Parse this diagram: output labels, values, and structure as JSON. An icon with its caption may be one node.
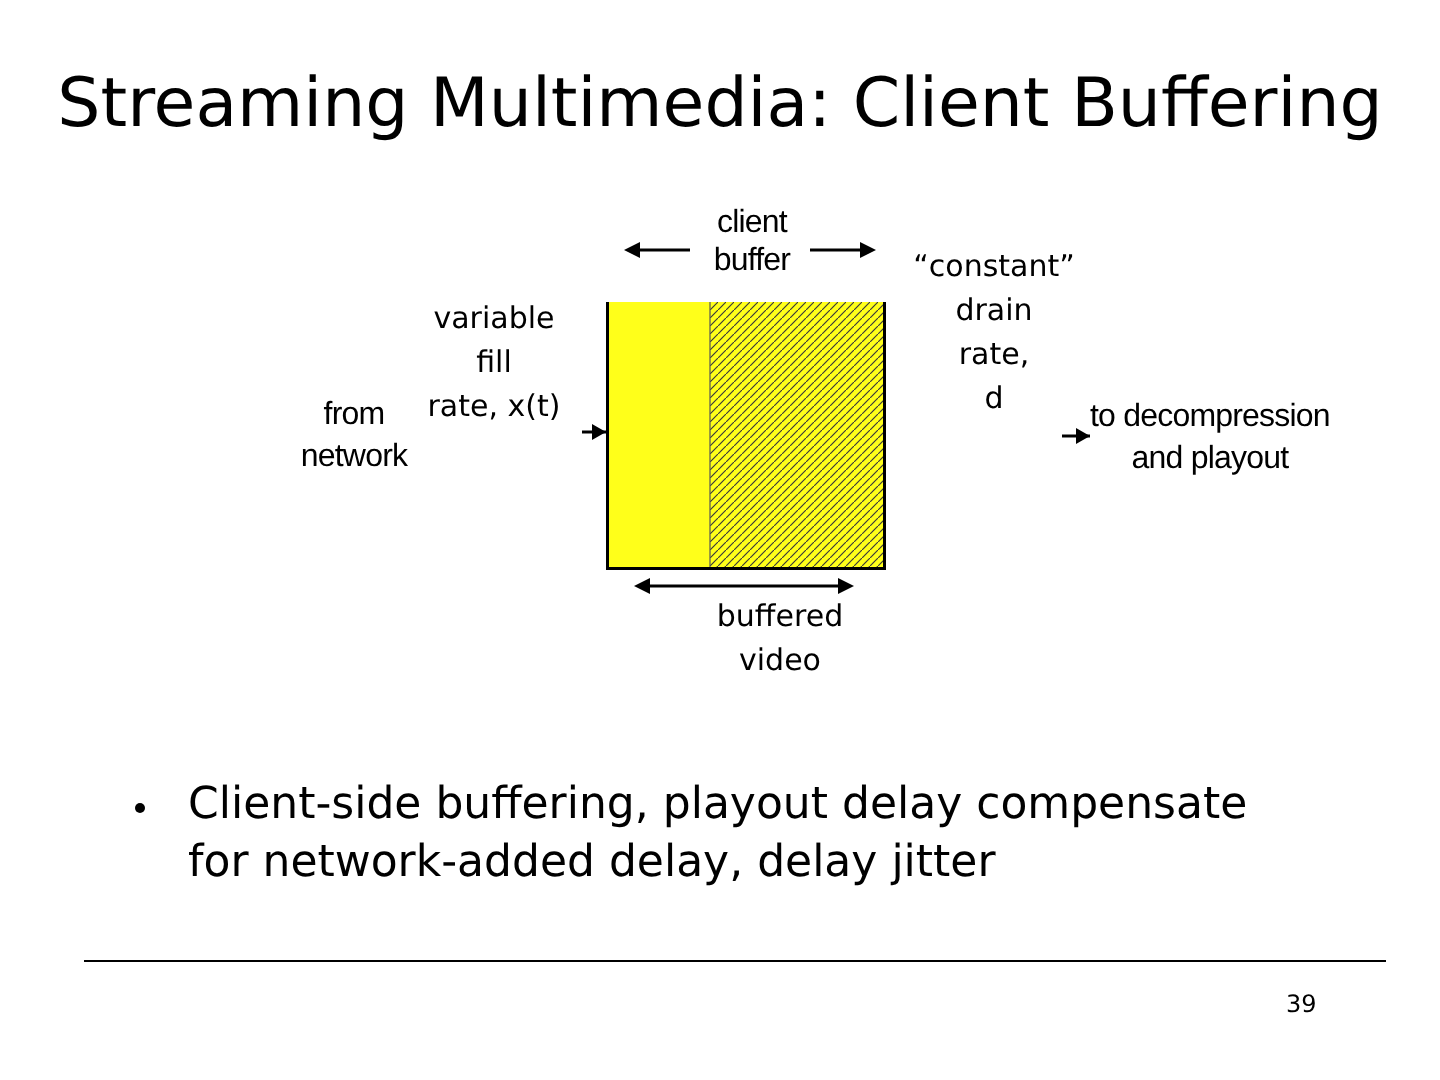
{
  "diagram": {
    "title": "Streaming Multimedia: Client Buffering",
    "nodes": [
      {
        "text": [],
        "shape": "box"
      },
      {
        "text": [
          "to decompression and playout"
        ]
      }
    ],
    "edges": [
      {
        "from": null,
        "to": 0,
        "arrow": "to"
      },
      {
        "from": null,
        "to": 1,
        "arrow": "to"
      }
    ],
    "labels": [
      "client buffer",
      "“constant” drain rate, d",
      "variable fill rate, x(t)",
      "from network",
      "buffered video",
      "Client-side buffering, playout delay compensate for network-added delay, delay jitter",
      "39"
    ]
  }
}
